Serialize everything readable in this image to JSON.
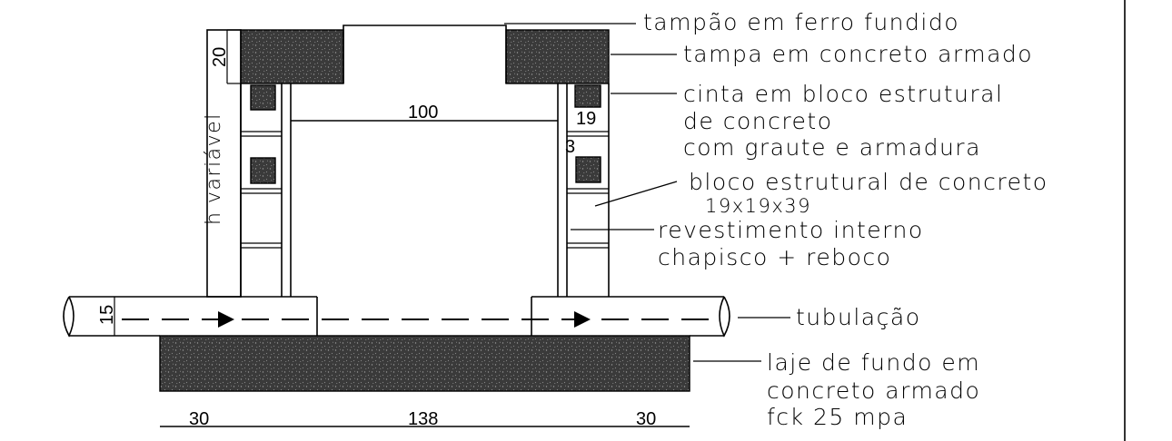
{
  "labels": {
    "tampao": "tampão em ferro fundido",
    "tampa": "tampa em concreto armado",
    "cinta_1": "cinta em bloco estrutural",
    "cinta_2": "de concreto",
    "cinta_3": "com graute e armadura",
    "bloco_1": "bloco estrutural de concreto",
    "bloco_2": "19x19x39",
    "revest_1": "revestimento interno",
    "revest_2": "chapisco + reboco",
    "tubulacao": "tubulação",
    "laje_1": "laje de fundo em",
    "laje_2": "concreto armado",
    "laje_3": "fck 25 mpa"
  },
  "dimensions": {
    "lid_thickness": "20",
    "height": "h variável",
    "inner_width": "100",
    "block_size": "19",
    "render_thickness": "3",
    "pipe_diameter": "15",
    "left_offset": "30",
    "slab_width": "138",
    "right_offset": "30"
  },
  "colors": {
    "line": "#000000",
    "concrete_fill": "#3a3a3a",
    "background": "#ffffff"
  }
}
